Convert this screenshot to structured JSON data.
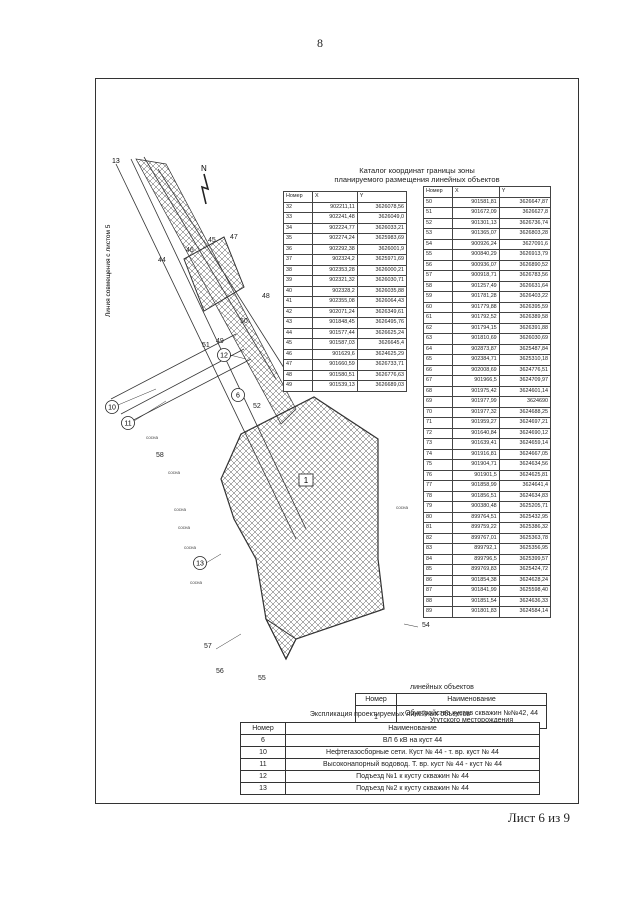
{
  "page": {
    "number": "8",
    "sheet": "Лист 6 из 9"
  },
  "map": {
    "corner_label": "13",
    "north": "N",
    "side_label": "Линия совмещения с листом 5",
    "plot_label": "1",
    "small_labels": [
      "сосна",
      "сосна",
      "сосна",
      "сосна",
      "сосна",
      "сосна",
      "сосна"
    ],
    "markers": [
      "6",
      "10",
      "11",
      "12",
      "13"
    ],
    "points": [
      "44",
      "45",
      "46",
      "47",
      "48",
      "49",
      "50",
      "51",
      "52",
      "54",
      "55",
      "56",
      "57",
      "58"
    ]
  },
  "catalog": {
    "title_line1": "Каталог координат границы зоны",
    "title_line2": "планируемого размещения линейных объектов",
    "headers": [
      "Номер",
      "X",
      "Y"
    ],
    "left": [
      [
        "32",
        "902211,11",
        "3626078,56"
      ],
      [
        "33",
        "902241,48",
        "3626049,0"
      ],
      [
        "34",
        "902224,77",
        "3626033,21"
      ],
      [
        "35",
        "902274,24",
        "3625983,69"
      ],
      [
        "36",
        "902292,38",
        "3626001,9"
      ],
      [
        "37",
        "902324,2",
        "3625971,69"
      ],
      [
        "38",
        "902353,28",
        "3626000,21"
      ],
      [
        "39",
        "902321,32",
        "3626030,71"
      ],
      [
        "40",
        "902328,2",
        "3626035,88"
      ],
      [
        "41",
        "902355,08",
        "3626064,43"
      ],
      [
        "42",
        "902071,24",
        "3626349,61"
      ],
      [
        "43",
        "901848,45",
        "3626495,76"
      ],
      [
        "44",
        "901577,44",
        "3626625,24"
      ],
      [
        "45",
        "901587,03",
        "3626645,4"
      ],
      [
        "46",
        "901629,6",
        "3624625,29"
      ],
      [
        "47",
        "901660,59",
        "3626733,71"
      ],
      [
        "48",
        "901580,51",
        "3626776,63"
      ],
      [
        "49",
        "901539,13",
        "3626689,03"
      ]
    ],
    "right": [
      [
        "50",
        "901581,81",
        "3626647,87"
      ],
      [
        "51",
        "901672,09",
        "3626627,8"
      ],
      [
        "52",
        "901301,13",
        "3626736,74"
      ],
      [
        "53",
        "901365,07",
        "3626803,28"
      ],
      [
        "54",
        "900926,24",
        "3627091,6"
      ],
      [
        "55",
        "900840,29",
        "3626913,79"
      ],
      [
        "56",
        "900936,07",
        "3626890,52"
      ],
      [
        "57",
        "900918,71",
        "3626783,56"
      ],
      [
        "58",
        "901257,49",
        "3626631,64"
      ],
      [
        "59",
        "901781,28",
        "3626403,22"
      ],
      [
        "60",
        "901779,88",
        "3626395,59"
      ],
      [
        "61",
        "901792,52",
        "3626389,58"
      ],
      [
        "62",
        "901794,15",
        "3626391,88"
      ],
      [
        "63",
        "901810,69",
        "3626030,69"
      ],
      [
        "64",
        "902873,87",
        "3625487,84"
      ],
      [
        "65",
        "902384,71",
        "3625310,18"
      ],
      [
        "66",
        "902008,69",
        "3624776,51"
      ],
      [
        "67",
        "901966,5",
        "3624709,97"
      ],
      [
        "68",
        "901975,42",
        "3624601,14"
      ],
      [
        "69",
        "901977,99",
        "3624690"
      ],
      [
        "70",
        "901977,32",
        "3624688,25"
      ],
      [
        "71",
        "901959,27",
        "3624697,21"
      ],
      [
        "72",
        "901640,84",
        "3624690,12"
      ],
      [
        "73",
        "901639,41",
        "3624659,14"
      ],
      [
        "74",
        "901916,81",
        "3624667,05"
      ],
      [
        "75",
        "901904,71",
        "3624634,56"
      ],
      [
        "76",
        "901901,5",
        "3624625,81"
      ],
      [
        "77",
        "901858,99",
        "3624641,4"
      ],
      [
        "78",
        "901856,51",
        "3624634,83"
      ],
      [
        "79",
        "900380,48",
        "3625205,71"
      ],
      [
        "80",
        "899764,51",
        "3625432,95"
      ],
      [
        "81",
        "899759,22",
        "3625386,32"
      ],
      [
        "82",
        "899767,01",
        "3625363,78"
      ],
      [
        "83",
        "899792,1",
        "3625356,95"
      ],
      [
        "84",
        "899796,5",
        "3625399,57"
      ],
      [
        "85",
        "899769,83",
        "3625424,72"
      ],
      [
        "86",
        "901854,38",
        "3624628,24"
      ],
      [
        "87",
        "901841,99",
        "3625598,40"
      ],
      [
        "88",
        "901851,54",
        "3624636,33"
      ],
      [
        "89",
        "901801,83",
        "3624584,14"
      ]
    ]
  },
  "legend_linear": {
    "title": "линейных объектов",
    "headers": [
      "Номер",
      "Наименование"
    ],
    "rows": [
      [
        "1",
        "Обустройство кустов скважин №№42, 44 Угутского месторождения"
      ]
    ]
  },
  "explication": {
    "title": "Экспликация проектируемых линейных объектов",
    "headers": [
      "Номер",
      "Наименование"
    ],
    "rows": [
      [
        "6",
        "ВЛ 6 кВ на куст 44"
      ],
      [
        "10",
        "Нефтегазосборные сети. Куст № 44 - т. вр. куст № 44"
      ],
      [
        "11",
        "Высоконапорный водовод. Т. вр. куст № 44 - куст № 44"
      ],
      [
        "12",
        "Подъезд №1 к кусту скважин № 44"
      ],
      [
        "13",
        "Подъезд №2 к кусту скважин № 44"
      ]
    ]
  }
}
